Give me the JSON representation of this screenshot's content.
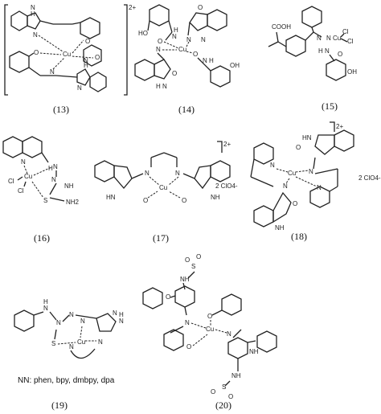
{
  "figure": {
    "compounds": [
      {
        "id": "13",
        "label": "(13)",
        "charge": "2+",
        "atoms": [
          "N",
          "H",
          "N",
          "Cu",
          "O",
          "O",
          "O",
          "N",
          "N",
          "H",
          "N"
        ]
      },
      {
        "id": "14",
        "label": "(14)",
        "atoms": [
          "HO",
          "O",
          "N",
          "H",
          "N",
          "N",
          "Cu",
          "O",
          "N",
          "H",
          "N",
          "O",
          "N",
          "H",
          "OH",
          "O"
        ]
      },
      {
        "id": "15",
        "label": "(15)",
        "atoms": [
          "COOH",
          "N",
          "N",
          "Cu",
          "Cl",
          "Cl",
          "H",
          "N",
          "O",
          "OH"
        ]
      },
      {
        "id": "16",
        "label": "(16)",
        "atoms": [
          "N",
          "H",
          "N",
          "Cu",
          "Cl",
          "Cl",
          "N",
          "NH",
          "S",
          "NH2"
        ]
      },
      {
        "id": "17",
        "label": "(17)",
        "charge": "2+",
        "counterion": "2 ClO4-",
        "atoms": [
          "N",
          "N",
          "Cu",
          "HN",
          "O",
          "O",
          "NH"
        ]
      },
      {
        "id": "18",
        "label": "(18)",
        "charge": "2+",
        "counterion": "2 ClO4-",
        "atoms": [
          "HN",
          "O",
          "N",
          "Cu",
          "N",
          "N",
          "N",
          "O",
          "NH"
        ]
      },
      {
        "id": "19",
        "label": "(19)",
        "ligand_note": "NN: phen, bpy, dmbpy, dpa",
        "atoms": [
          "N",
          "H",
          "N",
          "N",
          "N",
          "S",
          "N",
          "Cu",
          "N",
          "N",
          "N",
          "H"
        ]
      },
      {
        "id": "20",
        "label": "(20)",
        "atoms": [
          "O",
          "O",
          "S",
          "NH",
          "O",
          "N",
          "Cu",
          "O",
          "N",
          "O",
          "NH",
          "O",
          "S",
          "O"
        ]
      }
    ]
  },
  "colors": {
    "ink": "#222222",
    "background": "#ffffff"
  }
}
